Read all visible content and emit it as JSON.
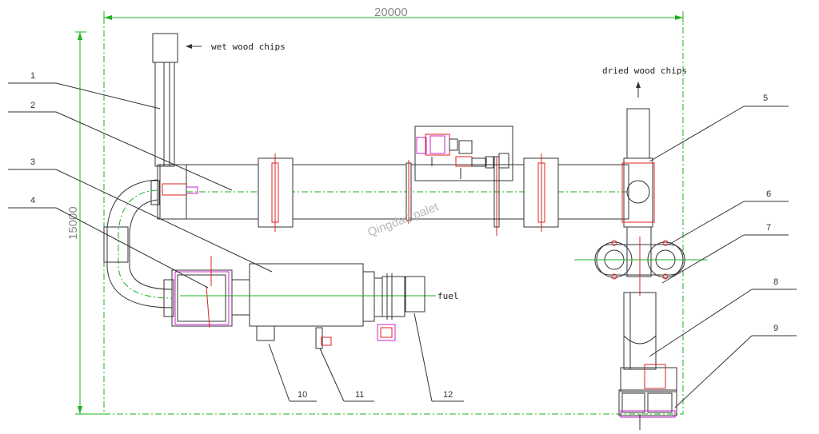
{
  "dimensions": {
    "width_label": "20000",
    "height_label": "15000"
  },
  "labels": {
    "wet": "wet wood chips",
    "dried": "dried wood chips",
    "fuel": "fuel",
    "watermark": "Qingdao palet"
  },
  "callouts": [
    "1",
    "2",
    "3",
    "4",
    "5",
    "6",
    "7",
    "8",
    "9",
    "10",
    "11",
    "12"
  ]
}
